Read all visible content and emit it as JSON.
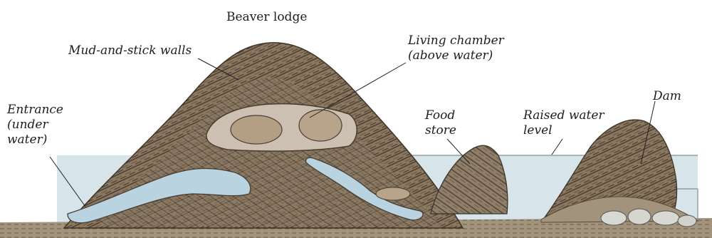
{
  "diagram": {
    "title": "Beaver lodge",
    "labels": {
      "walls": "Mud-and-stick walls",
      "chamber": "Living chamber\n(above water)",
      "entrance": "Entrance\n(under\nwater)",
      "food_store": "Food\nstore",
      "raised_water": "Raised water\nlevel",
      "dam": "Dam"
    }
  },
  "colors": {
    "water": "#d7e4ea",
    "water_tunnel": "#b9d3e0",
    "sticks": "#5b4a3a",
    "sticks_light": "#8b7860",
    "chamber": "#cbc0b2",
    "ground": "#9a8b74",
    "text": "#1d1d1d"
  }
}
